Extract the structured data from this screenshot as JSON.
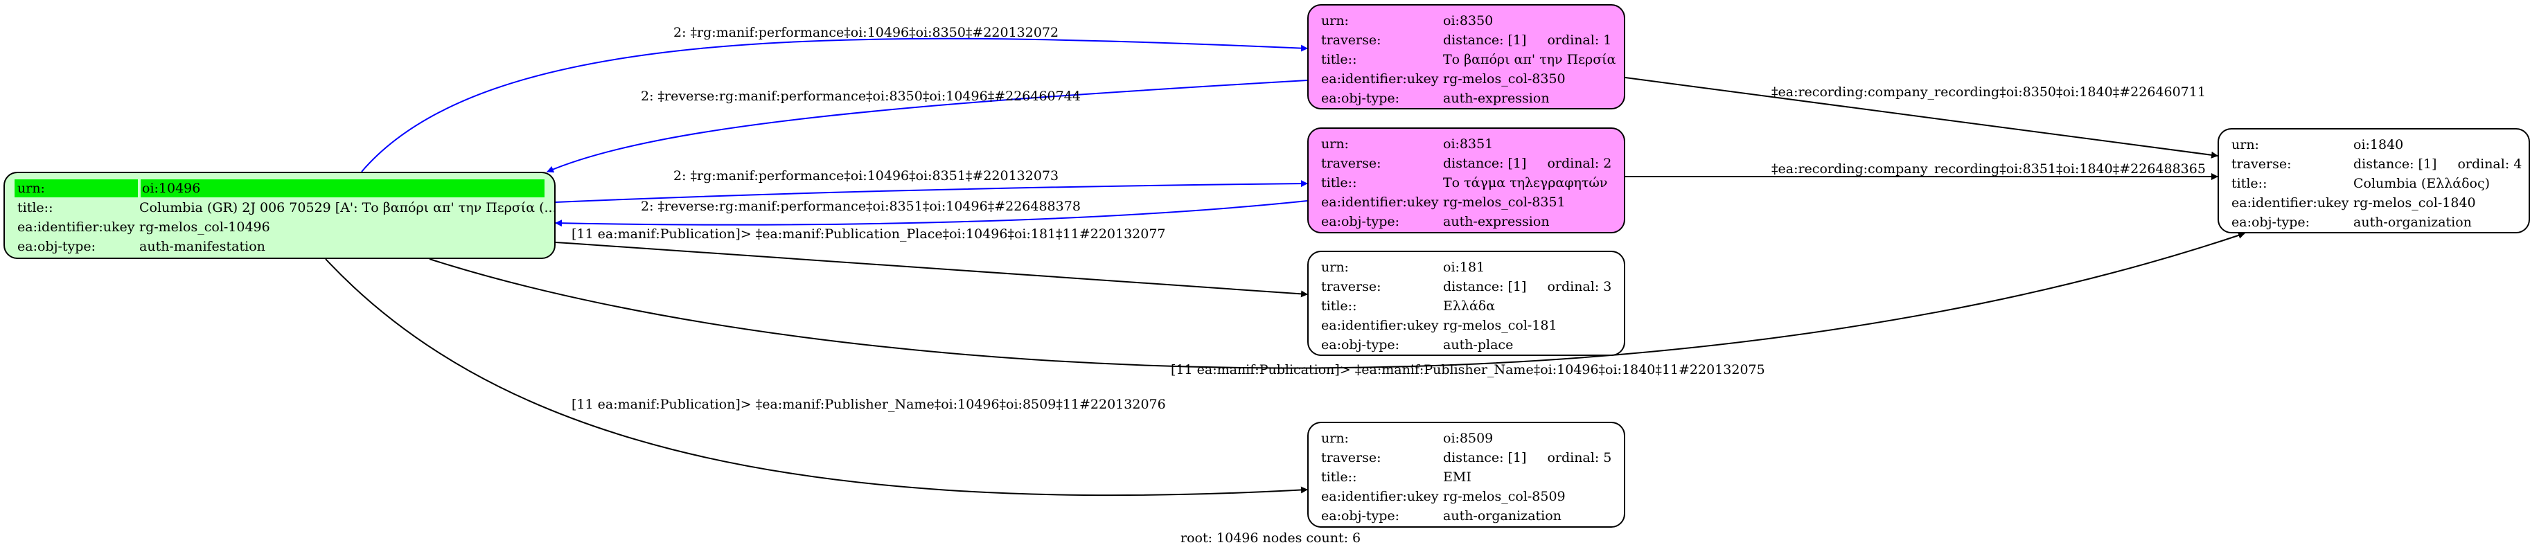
{
  "colors": {
    "root_fill": "#ccffcc",
    "root_header": "#00ee00",
    "expression_fill": "#ff99ff",
    "plain_fill": "#ffffff",
    "performance_edge": "#0000ff",
    "default_edge": "#000000"
  },
  "nodes": {
    "n10496": {
      "urn_label": "urn:",
      "urn": "oi:10496",
      "title_label": "title::",
      "title": "Columbia (GR) 2J 006 70529 [A': Το βαπόρι απ' την Περσία (...",
      "ukey_label": "ea:identifier:ukey",
      "ukey": "rg-melos_col-10496",
      "type_label": "ea:obj-type:",
      "type": "auth-manifestation"
    },
    "n8350": {
      "urn_label": "urn:",
      "urn": "oi:8350",
      "traverse_label": "traverse:",
      "distance": "distance: [1]",
      "ordinal": "ordinal: 1",
      "title_label": "title::",
      "title": "Το βαπόρι απ' την Περσία",
      "ukey_label": "ea:identifier:ukey",
      "ukey": "rg-melos_col-8350",
      "type_label": "ea:obj-type:",
      "type": "auth-expression"
    },
    "n8351": {
      "urn_label": "urn:",
      "urn": "oi:8351",
      "traverse_label": "traverse:",
      "distance": "distance: [1]",
      "ordinal": "ordinal: 2",
      "title_label": "title::",
      "title": "Το τάγμα τηλεγραφητών",
      "ukey_label": "ea:identifier:ukey",
      "ukey": "rg-melos_col-8351",
      "type_label": "ea:obj-type:",
      "type": "auth-expression"
    },
    "n181": {
      "urn_label": "urn:",
      "urn": "oi:181",
      "traverse_label": "traverse:",
      "distance": "distance: [1]",
      "ordinal": "ordinal: 3",
      "title_label": "title::",
      "title": "Ελλάδα",
      "ukey_label": "ea:identifier:ukey",
      "ukey": "rg-melos_col-181",
      "type_label": "ea:obj-type:",
      "type": "auth-place"
    },
    "n1840": {
      "urn_label": "urn:",
      "urn": "oi:1840",
      "traverse_label": "traverse:",
      "distance": "distance: [1]",
      "ordinal": "ordinal: 4",
      "title_label": "title::",
      "title": "Columbia (Ελλάδος)",
      "ukey_label": "ea:identifier:ukey",
      "ukey": "rg-melos_col-1840",
      "type_label": "ea:obj-type:",
      "type": "auth-organization"
    },
    "n8509": {
      "urn_label": "urn:",
      "urn": "oi:8509",
      "traverse_label": "traverse:",
      "distance": "distance: [1]",
      "ordinal": "ordinal: 5",
      "title_label": "title::",
      "title": "EMI",
      "ukey_label": "ea:identifier:ukey",
      "ukey": "rg-melos_col-8509",
      "type_label": "ea:obj-type:",
      "type": "auth-organization"
    }
  },
  "edges": [
    {
      "id": "e1",
      "from": "oi:10496",
      "to": "oi:8350",
      "label": "2: ‡rg:manif:performance‡oi:10496‡oi:8350‡#220132072",
      "kind": "performance"
    },
    {
      "id": "e2",
      "from": "oi:8350",
      "to": "oi:10496",
      "label": "2: ‡reverse:rg:manif:performance‡oi:8350‡oi:10496‡#226460744",
      "kind": "performance"
    },
    {
      "id": "e3",
      "from": "oi:10496",
      "to": "oi:8351",
      "label": "2: ‡rg:manif:performance‡oi:10496‡oi:8351‡#220132073",
      "kind": "performance"
    },
    {
      "id": "e4",
      "from": "oi:8351",
      "to": "oi:10496",
      "label": "2: ‡reverse:rg:manif:performance‡oi:8351‡oi:10496‡#226488378",
      "kind": "performance"
    },
    {
      "id": "e5",
      "from": "oi:10496",
      "to": "oi:181",
      "label": "[11 ea:manif:Publication]> ‡ea:manif:Publication_Place‡oi:10496‡oi:181‡11#220132077",
      "kind": "default"
    },
    {
      "id": "e6",
      "from": "oi:10496",
      "to": "oi:1840",
      "label": "[11 ea:manif:Publication]> ‡ea:manif:Publisher_Name‡oi:10496‡oi:1840‡11#220132075",
      "kind": "default"
    },
    {
      "id": "e7",
      "from": "oi:10496",
      "to": "oi:8509",
      "label": "[11 ea:manif:Publication]> ‡ea:manif:Publisher_Name‡oi:10496‡oi:8509‡11#220132076",
      "kind": "default"
    },
    {
      "id": "e8",
      "from": "oi:8350",
      "to": "oi:1840",
      "label": "‡ea:recording:company_recording‡oi:8350‡oi:1840‡#226460711",
      "kind": "default"
    },
    {
      "id": "e9",
      "from": "oi:8351",
      "to": "oi:1840",
      "label": "‡ea:recording:company_recording‡oi:8351‡oi:1840‡#226488365",
      "kind": "default"
    }
  ],
  "footer": "root: 10496 nodes count: 6"
}
